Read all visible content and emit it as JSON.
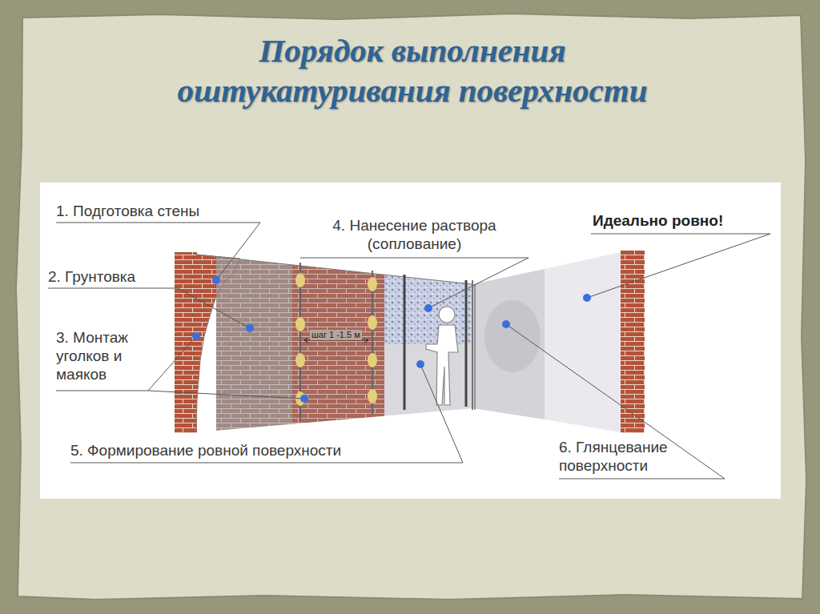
{
  "diagram": {
    "title": "Порядок выполнения оштукатуривания поверхности",
    "labels": [
      "1. Подготовка стены",
      "2. Грунтовка",
      "3. Монтаж уголков и маяков",
      "4. Нанесение раствора (сопловaние)",
      "Идеально ровно!",
      "шаг 1 -1.5 м",
      "5. Формирование ровной поверхности",
      "6. Глянцевание поверхности"
    ]
  }
}
